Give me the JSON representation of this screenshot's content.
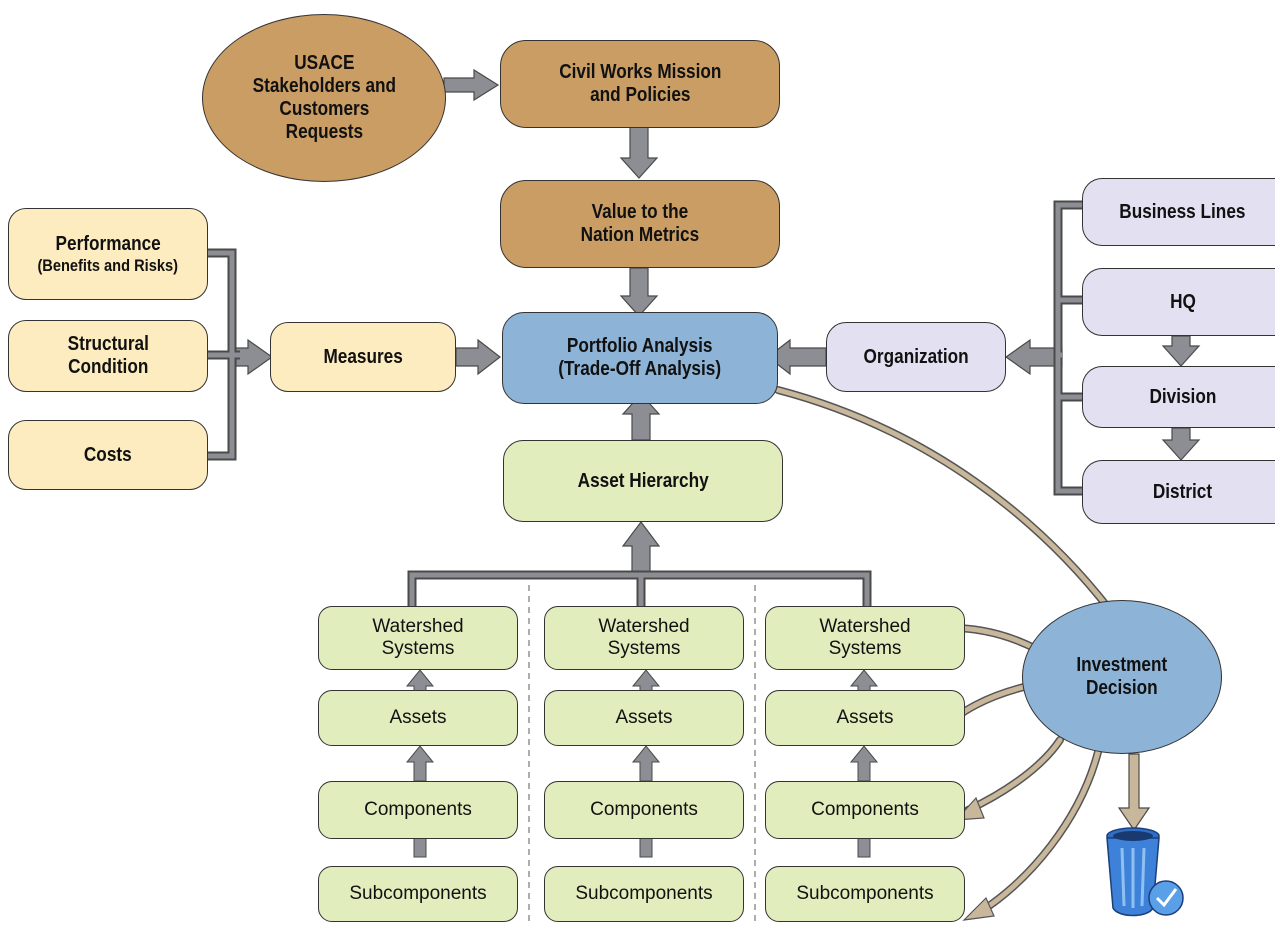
{
  "nodes": {
    "usace": "USACE\nStakeholders and\nCustomers\nRequests",
    "mission": "Civil Works Mission\nand Policies",
    "value": "Value to the\nNation Metrics",
    "portfolio": "Portfolio Analysis\n(Trade-Off Analysis)",
    "performance_title": "Performance",
    "performance_sub": "(Benefits and Risks)",
    "structural": "Structural\nCondition",
    "costs": "Costs",
    "measures": "Measures",
    "organization": "Organization",
    "business_lines": "Business Lines",
    "hq": "HQ",
    "division": "Division",
    "district": "District",
    "asset_hierarchy": "Asset Hierarchy",
    "investment": "Investment\nDecision"
  },
  "hierarchy_columns": [
    [
      "Watershed\nSystems",
      "Assets",
      "Components",
      "Subcomponents"
    ],
    [
      "Watershed\nSystems",
      "Assets",
      "Components",
      "Subcomponents"
    ],
    [
      "Watershed\nSystems",
      "Assets",
      "Components",
      "Subcomponents"
    ]
  ],
  "icons": {
    "trash": "recycle-bin-icon"
  },
  "colors": {
    "brown": "#c99d64",
    "yellow": "#fdecc0",
    "lavender": "#e3e1f1",
    "green": "#e2edbd",
    "blue": "#8db3d7",
    "gray_arrow": "#8c8e94",
    "tan_arrow": "#c8b79b"
  }
}
